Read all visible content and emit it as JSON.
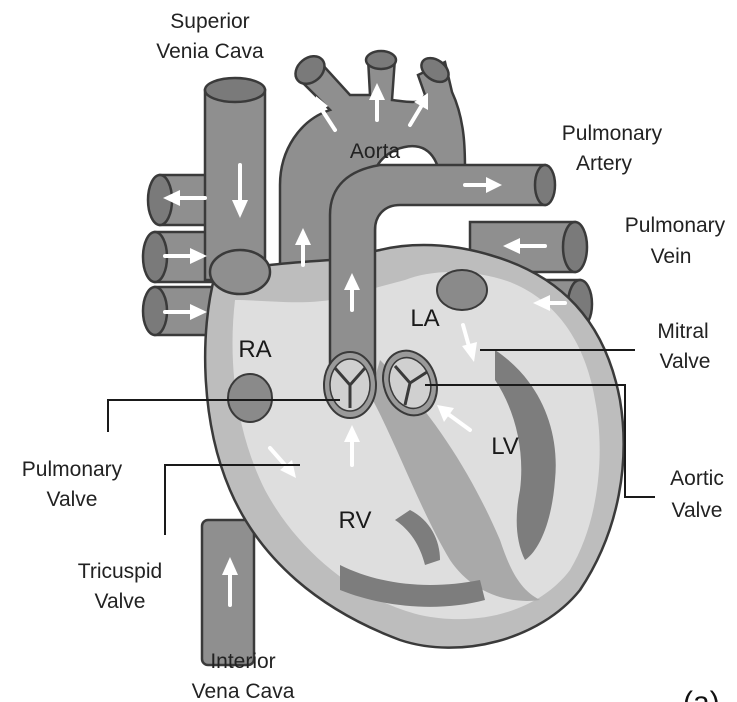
{
  "labels": {
    "superior_vc_1": "Superior",
    "superior_vc_2": "Venia Cava",
    "aorta": "Aorta",
    "pulmonary_artery_1": "Pulmonary",
    "pulmonary_artery_2": "Artery",
    "pulmonary_vein_1": "Pulmonary",
    "pulmonary_vein_2": "Vein",
    "mitral_valve_1": "Mitral",
    "mitral_valve_2": "Valve",
    "aortic_valve_1": "Aortic",
    "aortic_valve_2": "Valve",
    "pulmonary_valve_1": "Pulmonary",
    "pulmonary_valve_2": "Valve",
    "tricuspid_valve_1": "Tricuspid",
    "tricuspid_valve_2": "Valve",
    "inferior_vc_1": "Interior",
    "inferior_vc_2": "Vena Cava",
    "ra": "RA",
    "la": "LA",
    "lv": "LV",
    "rv": "RV",
    "figure_tag": "(a)"
  },
  "colors": {
    "vessel": "#8f8f8f",
    "heart_outer": "#bdbdbd",
    "heart_inner": "#d9d9d9",
    "muscle": "#7d7d7d"
  }
}
